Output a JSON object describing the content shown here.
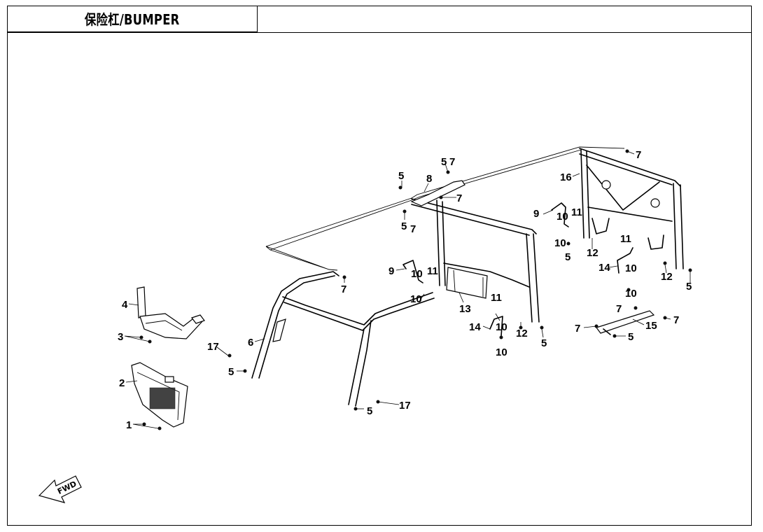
{
  "title": "保险杠/BUMPER",
  "fwd_label": "FWD",
  "callouts": {
    "c1": "1",
    "c2": "2",
    "c3": "3",
    "c4": "4",
    "c5a": "5",
    "c5b": "5",
    "c5c": "5",
    "c5d": "5",
    "c5e": "5",
    "c5f": "5",
    "c5g": "5",
    "c5h": "5",
    "c6": "6",
    "c7a": "7",
    "c7b": "7",
    "c7c": "7",
    "c7d": "7",
    "c7e": "7",
    "c7f": "7",
    "c7g": "7",
    "c8": "8",
    "c9a": "9",
    "c9b": "9",
    "c10a": "10",
    "c10b": "10",
    "c10c": "10",
    "c10d": "10",
    "c10e": "10",
    "c10f": "10",
    "c10g": "10",
    "c11a": "11",
    "c11b": "11",
    "c11c": "11",
    "c11d": "11",
    "c12a": "12",
    "c12b": "12",
    "c12c": "12",
    "c13": "13",
    "c14a": "14",
    "c14b": "14",
    "c15": "15",
    "c16": "16",
    "c17a": "17",
    "c17b": "17"
  }
}
